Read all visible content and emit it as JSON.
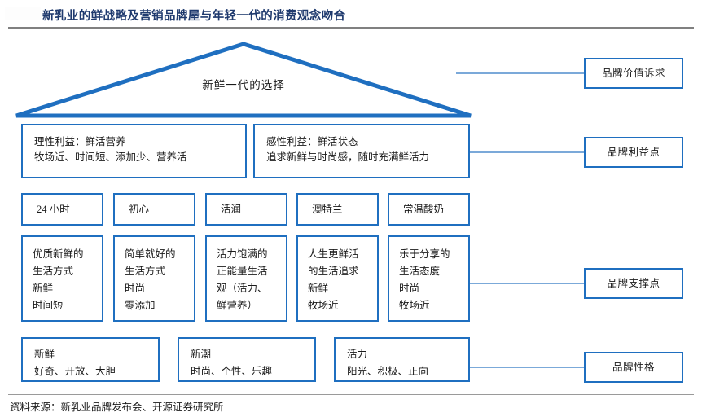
{
  "header": {
    "title": "新乳业的鲜战略及营销品牌屋与年轻一代的消费观念吻合"
  },
  "footer": {
    "source": "资料来源：新乳业品牌发布会、开源证券研究所"
  },
  "colors": {
    "title_blue": "#1f3a6e",
    "box_border_blue": "#1f6fc0",
    "connector_blue": "#7ba9d9"
  },
  "house": {
    "roof_label": "新鲜一代的选择",
    "benefits": [
      {
        "line1": "理性利益：鲜活营养",
        "line2": "牧场近、时间短、添加少、营养活"
      },
      {
        "line1": "感性利益：鲜活状态",
        "line2": "追求新鲜与时尚感，随时充满鲜活力"
      }
    ],
    "brands": [
      {
        "label": "24 小时"
      },
      {
        "label": "初心"
      },
      {
        "label": "活润"
      },
      {
        "label": "澳特兰"
      },
      {
        "label": "常温酸奶"
      }
    ],
    "supports": [
      {
        "l1": "优质新鲜的",
        "l2": "生活方式",
        "l3": "新鲜",
        "l4": "时间短"
      },
      {
        "l1": "简单就好的",
        "l2": "生活方式",
        "l3": "时尚",
        "l4": "零添加"
      },
      {
        "l1": "活力饱满的",
        "l2": "正能量生活",
        "l3": "观（活力、",
        "l4": "鲜营养）"
      },
      {
        "l1": "人生更鲜活",
        "l2": "的生活追求",
        "l3": "新鲜",
        "l4": "牧场近"
      },
      {
        "l1": "乐于分享的",
        "l2": "生活态度",
        "l3": "时尚",
        "l4": "牧场近"
      }
    ],
    "personalities": [
      {
        "line1": "新鲜",
        "line2": "好奇、开放、大胆"
      },
      {
        "line1": "新潮",
        "line2": "时尚、个性、乐趣"
      },
      {
        "line1": "活力",
        "line2": "阳光、积极、正向"
      }
    ]
  },
  "right_labels": [
    {
      "label": "品牌价值诉求"
    },
    {
      "label": "品牌利益点"
    },
    {
      "label": "品牌支撑点"
    },
    {
      "label": "品牌性格"
    }
  ]
}
